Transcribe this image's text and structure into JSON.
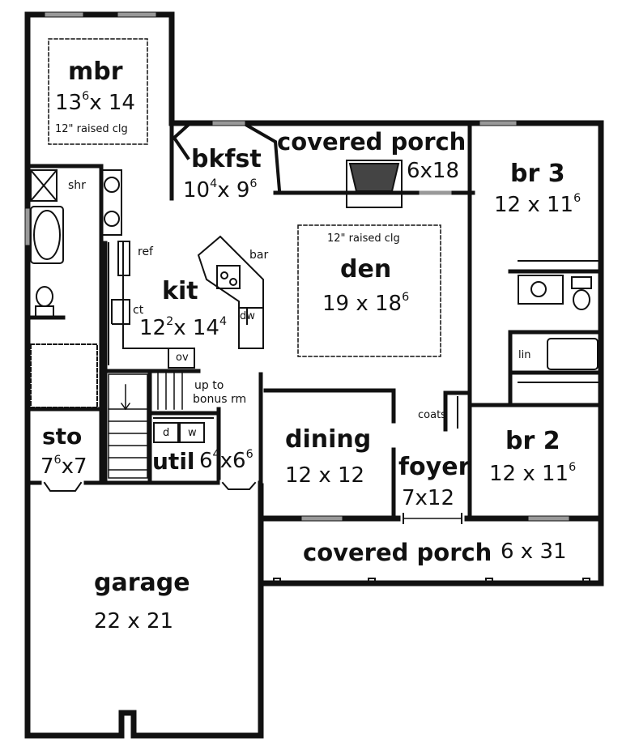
{
  "rooms": {
    "mbr": {
      "name": "mbr",
      "dim_a": "13",
      "dim_a_sup": "6",
      "dim_b": "x 14",
      "note": "12\" raised clg"
    },
    "bkfst": {
      "name": "bkfst",
      "dim_a": "10",
      "dim_a_sup": "4",
      "dim_b": "x 9",
      "dim_b_sup": "6"
    },
    "covered_porch_rear": {
      "name": "covered porch",
      "dim": "6x18"
    },
    "br3": {
      "name": "br 3",
      "dim": "12 x 11",
      "dim_sup": "6"
    },
    "den": {
      "name": "den",
      "dim": "19 x 18",
      "dim_sup": "6",
      "note": "12\" raised clg"
    },
    "kit": {
      "name": "kit",
      "dim_a": "12",
      "dim_a_sup": "2",
      "dim_b": "x 14",
      "dim_b_sup": "4"
    },
    "sto": {
      "name": "sto",
      "dim_a": "7",
      "dim_a_sup": "6",
      "dim_b": "x7"
    },
    "util": {
      "name": "util",
      "dim_a": "6",
      "dim_a_sup": "4",
      "dim_b": "x6",
      "dim_b_sup": "6"
    },
    "dining": {
      "name": "dining",
      "dim": "12 x 12"
    },
    "foyer": {
      "name": "foyer",
      "dim": "7x12"
    },
    "br2": {
      "name": "br 2",
      "dim": "12 x 11",
      "dim_sup": "6"
    },
    "covered_porch_front": {
      "name": "covered porch",
      "dim": "6 x 31"
    },
    "garage": {
      "name": "garage",
      "dim": "22 x 21"
    }
  },
  "fixtures": {
    "shr": "shr",
    "ref": "ref",
    "bar": "bar",
    "ct": "ct",
    "dw": "dw",
    "ov": "ov",
    "up_to": "up to",
    "bonus_rm": "bonus rm",
    "coats": "coats",
    "lin": "lin",
    "d": "d",
    "w": "w"
  }
}
